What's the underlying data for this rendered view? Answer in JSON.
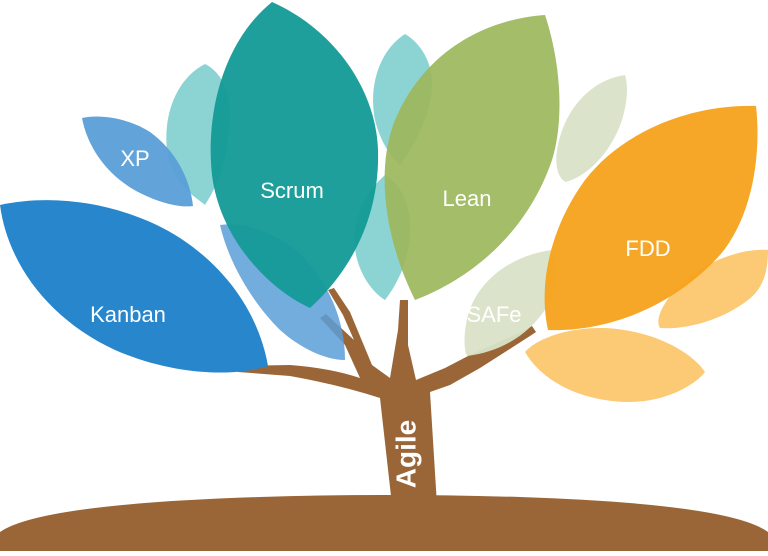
{
  "trunk": {
    "label": "Agile",
    "color": "#9a6638"
  },
  "ground": {
    "color": "#9a6638"
  },
  "leaves": {
    "xp": {
      "label": "XP",
      "color": "#5a9fd8"
    },
    "scrum": {
      "label": "Scrum",
      "color": "#139a96"
    },
    "lean": {
      "label": "Lean",
      "color": "#9db85c"
    },
    "fdd": {
      "label": "FDD",
      "color": "#f7a21b"
    },
    "kanban": {
      "label": "Kanban",
      "color": "#2786cc"
    },
    "safe": {
      "label": "SAFe",
      "color": "#d9e3c7"
    }
  },
  "decor_colors": {
    "teal_light": "#7fcfcf",
    "green_light": "#d9e3c7",
    "orange_light": "#fbbf5c",
    "blue_light": "#5a9fd8"
  }
}
